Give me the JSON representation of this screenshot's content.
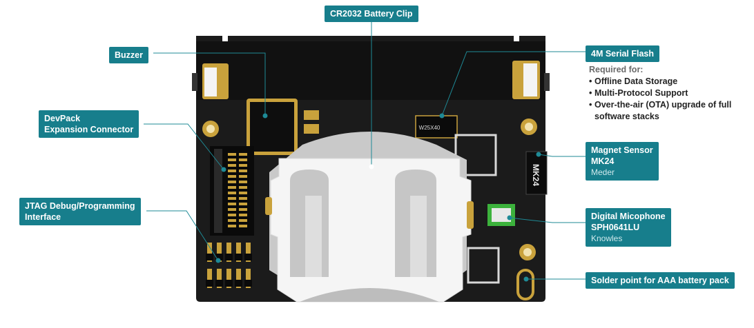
{
  "chip_label": "W25X40",
  "sensor_label": "MK24",
  "callouts": {
    "battery_clip": "CR2032 Battery Clip",
    "buzzer": "Buzzer",
    "devpack_line1": "DevPack",
    "devpack_line2": "Expansion Connector",
    "jtag_line1": "JTAG Debug/Programming",
    "jtag_line2": "Interface",
    "flash": "4M Serial Flash",
    "magnet_line1": "Magnet Sensor",
    "magnet_line2": "MK24",
    "magnet_sub": "Meder",
    "mic_line1": "Digital Micophone",
    "mic_line2": "SPH0641LU",
    "mic_sub": "Knowles",
    "solder": "Solder point for AAA battery pack"
  },
  "flash_note": {
    "heading": "Required for:",
    "items": [
      "Offline Data Storage",
      "Multi-Protocol Support",
      "Over-the-air (OTA) upgrade of full",
      "software stacks"
    ]
  },
  "colors": {
    "callout": "#177e8c",
    "board": "#1a1a1a",
    "line": "#1e8a96"
  }
}
